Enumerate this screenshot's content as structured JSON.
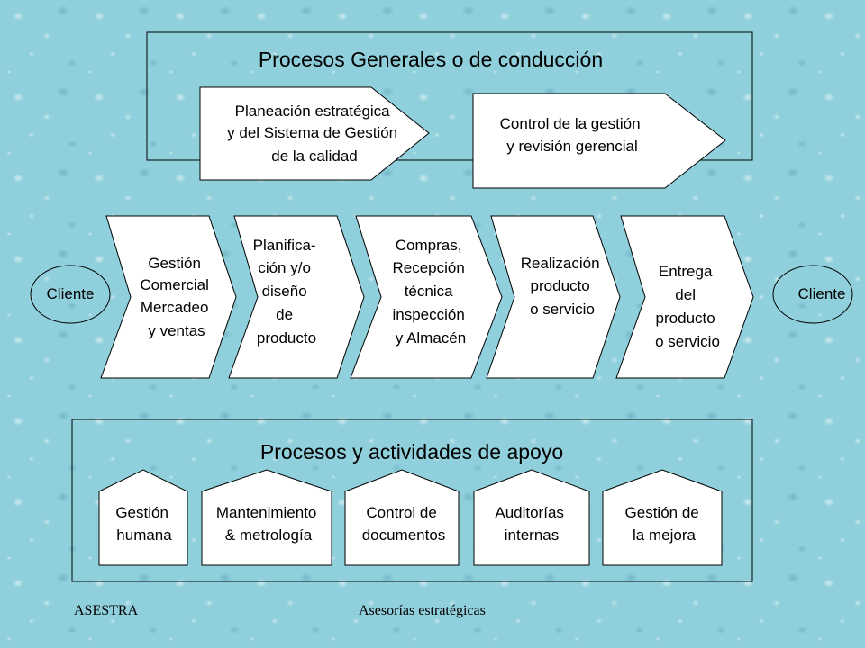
{
  "top_section": {
    "title": "Procesos Generales o de conducción",
    "items": [
      [
        "Planeación estratégica",
        "y del Sistema de Gestión",
        "de la calidad"
      ],
      [
        "Control de la gestión",
        "y revisión gerencial"
      ]
    ]
  },
  "flow": {
    "client_left": "Cliente",
    "client_right": "Cliente",
    "steps": [
      [
        "Gestión",
        "Comercial",
        "Mercadeo",
        "y ventas"
      ],
      [
        "Planifica-",
        "ción y/o",
        "diseño",
        "de",
        "producto"
      ],
      [
        "Compras,",
        "Recepción",
        "técnica",
        "inspección",
        "y Almacén"
      ],
      [
        "Realización",
        "producto",
        "o servicio"
      ],
      [
        "Entrega",
        "del",
        "producto",
        "o servicio"
      ]
    ]
  },
  "bottom_section": {
    "title": "Procesos y actividades de apoyo",
    "items": [
      [
        "Gestión",
        "humana"
      ],
      [
        "Mantenimiento",
        "& metrología"
      ],
      [
        "Control de",
        "documentos"
      ],
      [
        "Auditorías",
        "internas"
      ],
      [
        "Gestión de",
        "la mejora"
      ]
    ]
  },
  "footer": {
    "left": "ASESTRA",
    "center": "Asesorías estratégicas"
  }
}
